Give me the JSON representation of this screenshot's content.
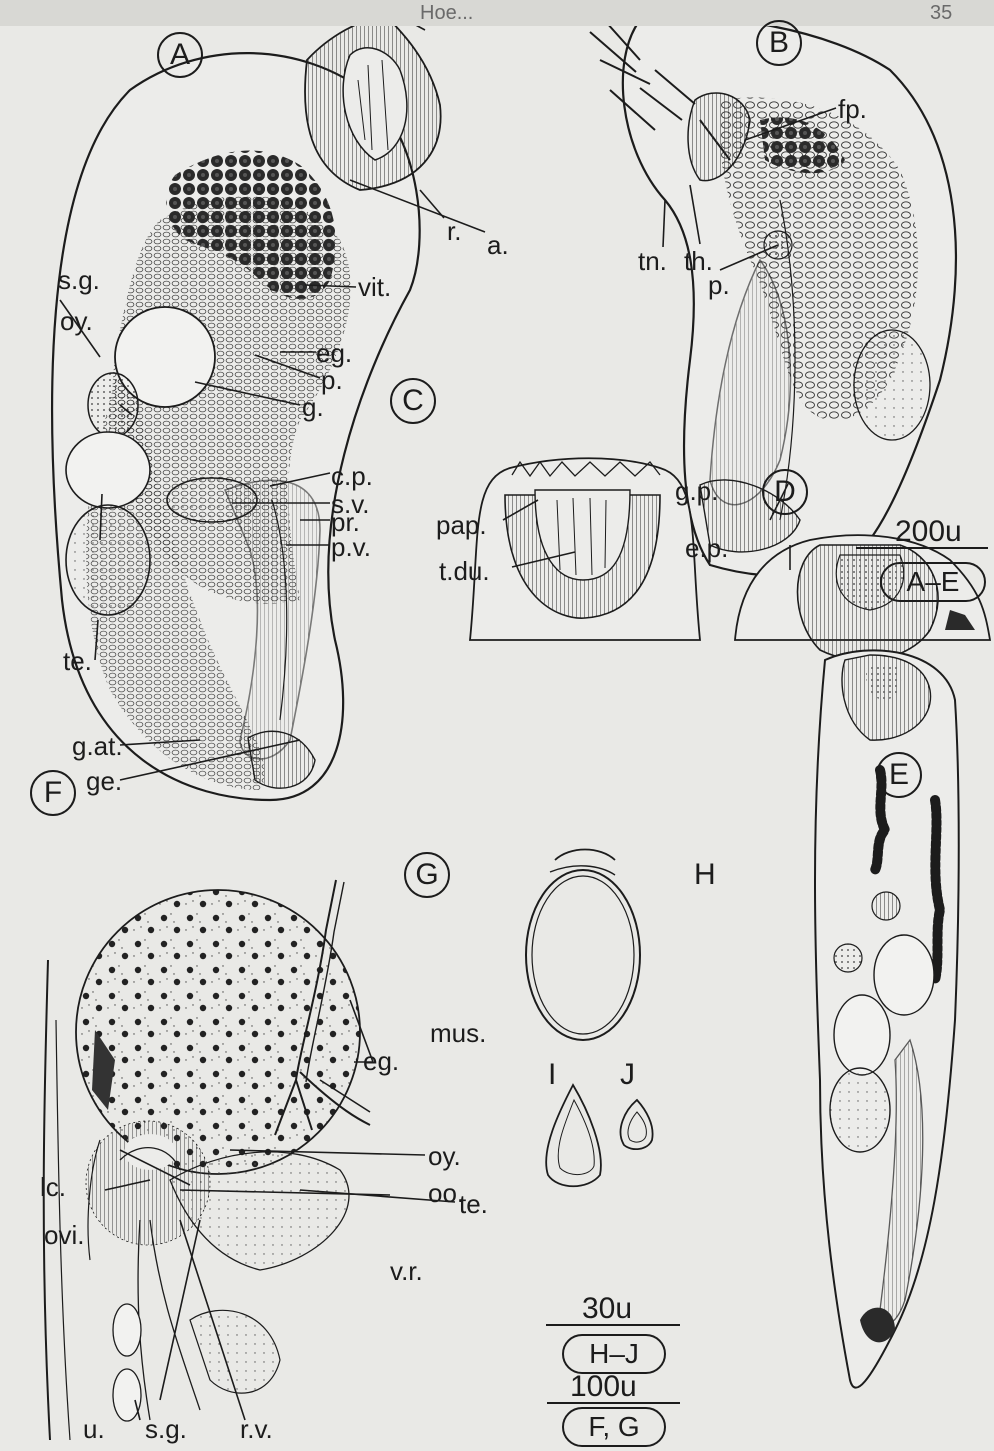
{
  "page": {
    "header_text": "Hoe...",
    "page_number": "35"
  },
  "panels": {
    "A": "A",
    "B": "B",
    "C": "C",
    "D": "D",
    "E": "E",
    "F": "F",
    "G": "G",
    "H": "H",
    "I": "I",
    "J": "J"
  },
  "labels": {
    "r": "r.",
    "a": "a.",
    "vit": "vit.",
    "eg_A": "eg.",
    "p_A": "p.",
    "g": "g.",
    "cp": "c.p.",
    "sv": "s.v.",
    "pr": "pr.",
    "pv": "p.v.",
    "sg_A": "s.g.",
    "oy_A": "oy.",
    "te_A": "te.",
    "gat": "g.at.",
    "ge": "ge.",
    "fp": "fp.",
    "tn": "tn.",
    "th": "th.",
    "p_B": "p.",
    "gp": "g.p.",
    "ep": "e.p.",
    "pap": "pap.",
    "tdu": "t.du.",
    "mus": "mus.",
    "eg_F": "eg.",
    "oy_F": "oy.",
    "oo": "oo.",
    "te_F": "te.",
    "lc": "lc.",
    "ovi": "ovi.",
    "vr": "v.r.",
    "u": "u.",
    "sg_F": "s.g.",
    "rv": "r.v."
  },
  "scales": {
    "s200": "200u",
    "s200_range": "A–E",
    "s30": "30u",
    "s30_range": "H–J",
    "s100": "100u",
    "s100_range": "F, G"
  },
  "colors": {
    "ink": "#1c1c1c",
    "paper": "#e9e9e6",
    "stipple": "#3a3a3a"
  }
}
